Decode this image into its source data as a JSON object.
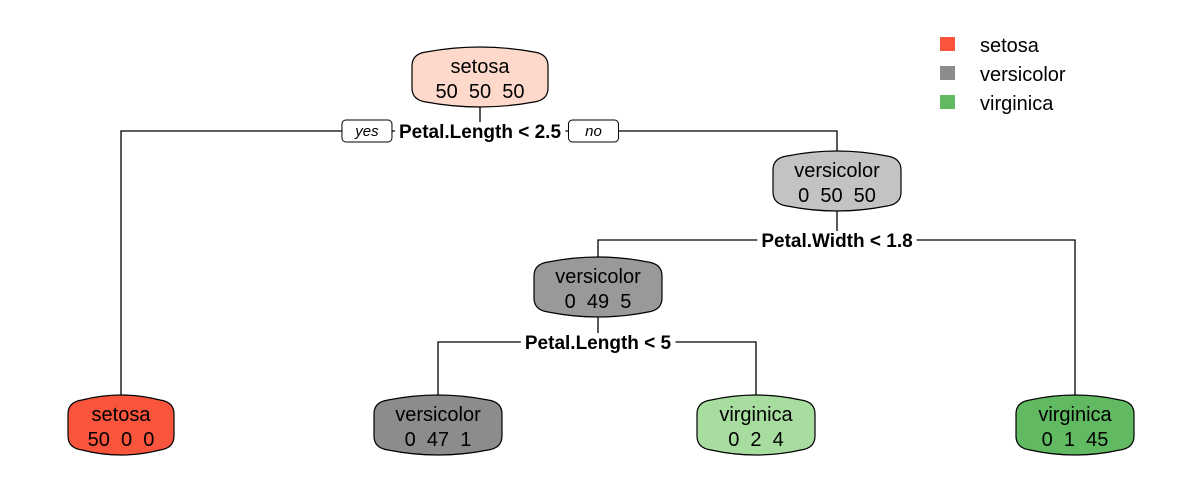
{
  "diagram": {
    "type": "decision-tree",
    "classes": [
      "setosa",
      "versicolor",
      "virginica"
    ],
    "legend": [
      {
        "label": "setosa",
        "color": "#F8553C"
      },
      {
        "label": "versicolor",
        "color": "#8C8C8C"
      },
      {
        "label": "virginica",
        "color": "#61BA61"
      }
    ],
    "branch_labels": {
      "yes": "yes",
      "no": "no"
    },
    "nodes": [
      {
        "id": "root",
        "class_label": "setosa",
        "counts": "50  50  50",
        "fill": "#FDD8CB",
        "split": "Petal.Length < 2.5",
        "children": [
          "leaf_setosa",
          "n2"
        ]
      },
      {
        "id": "n2",
        "class_label": "versicolor",
        "counts": "0  50  50",
        "fill": "#C3C3C3",
        "split": "Petal.Width < 1.8",
        "children": [
          "n3",
          "leaf_virginica_45"
        ]
      },
      {
        "id": "n3",
        "class_label": "versicolor",
        "counts": "0  49  5",
        "fill": "#999999",
        "split": "Petal.Length < 5",
        "children": [
          "leaf_versicolor",
          "leaf_virginica_4"
        ]
      },
      {
        "id": "leaf_setosa",
        "class_label": "setosa",
        "counts": "50  0  0",
        "fill": "#F8553C"
      },
      {
        "id": "leaf_versicolor",
        "class_label": "versicolor",
        "counts": "0  47  1",
        "fill": "#8C8C8C"
      },
      {
        "id": "leaf_virginica_4",
        "class_label": "virginica",
        "counts": "0  2  4",
        "fill": "#A8DDA0"
      },
      {
        "id": "leaf_virginica_45",
        "class_label": "virginica",
        "counts": "0  1  45",
        "fill": "#61BA61"
      }
    ]
  }
}
